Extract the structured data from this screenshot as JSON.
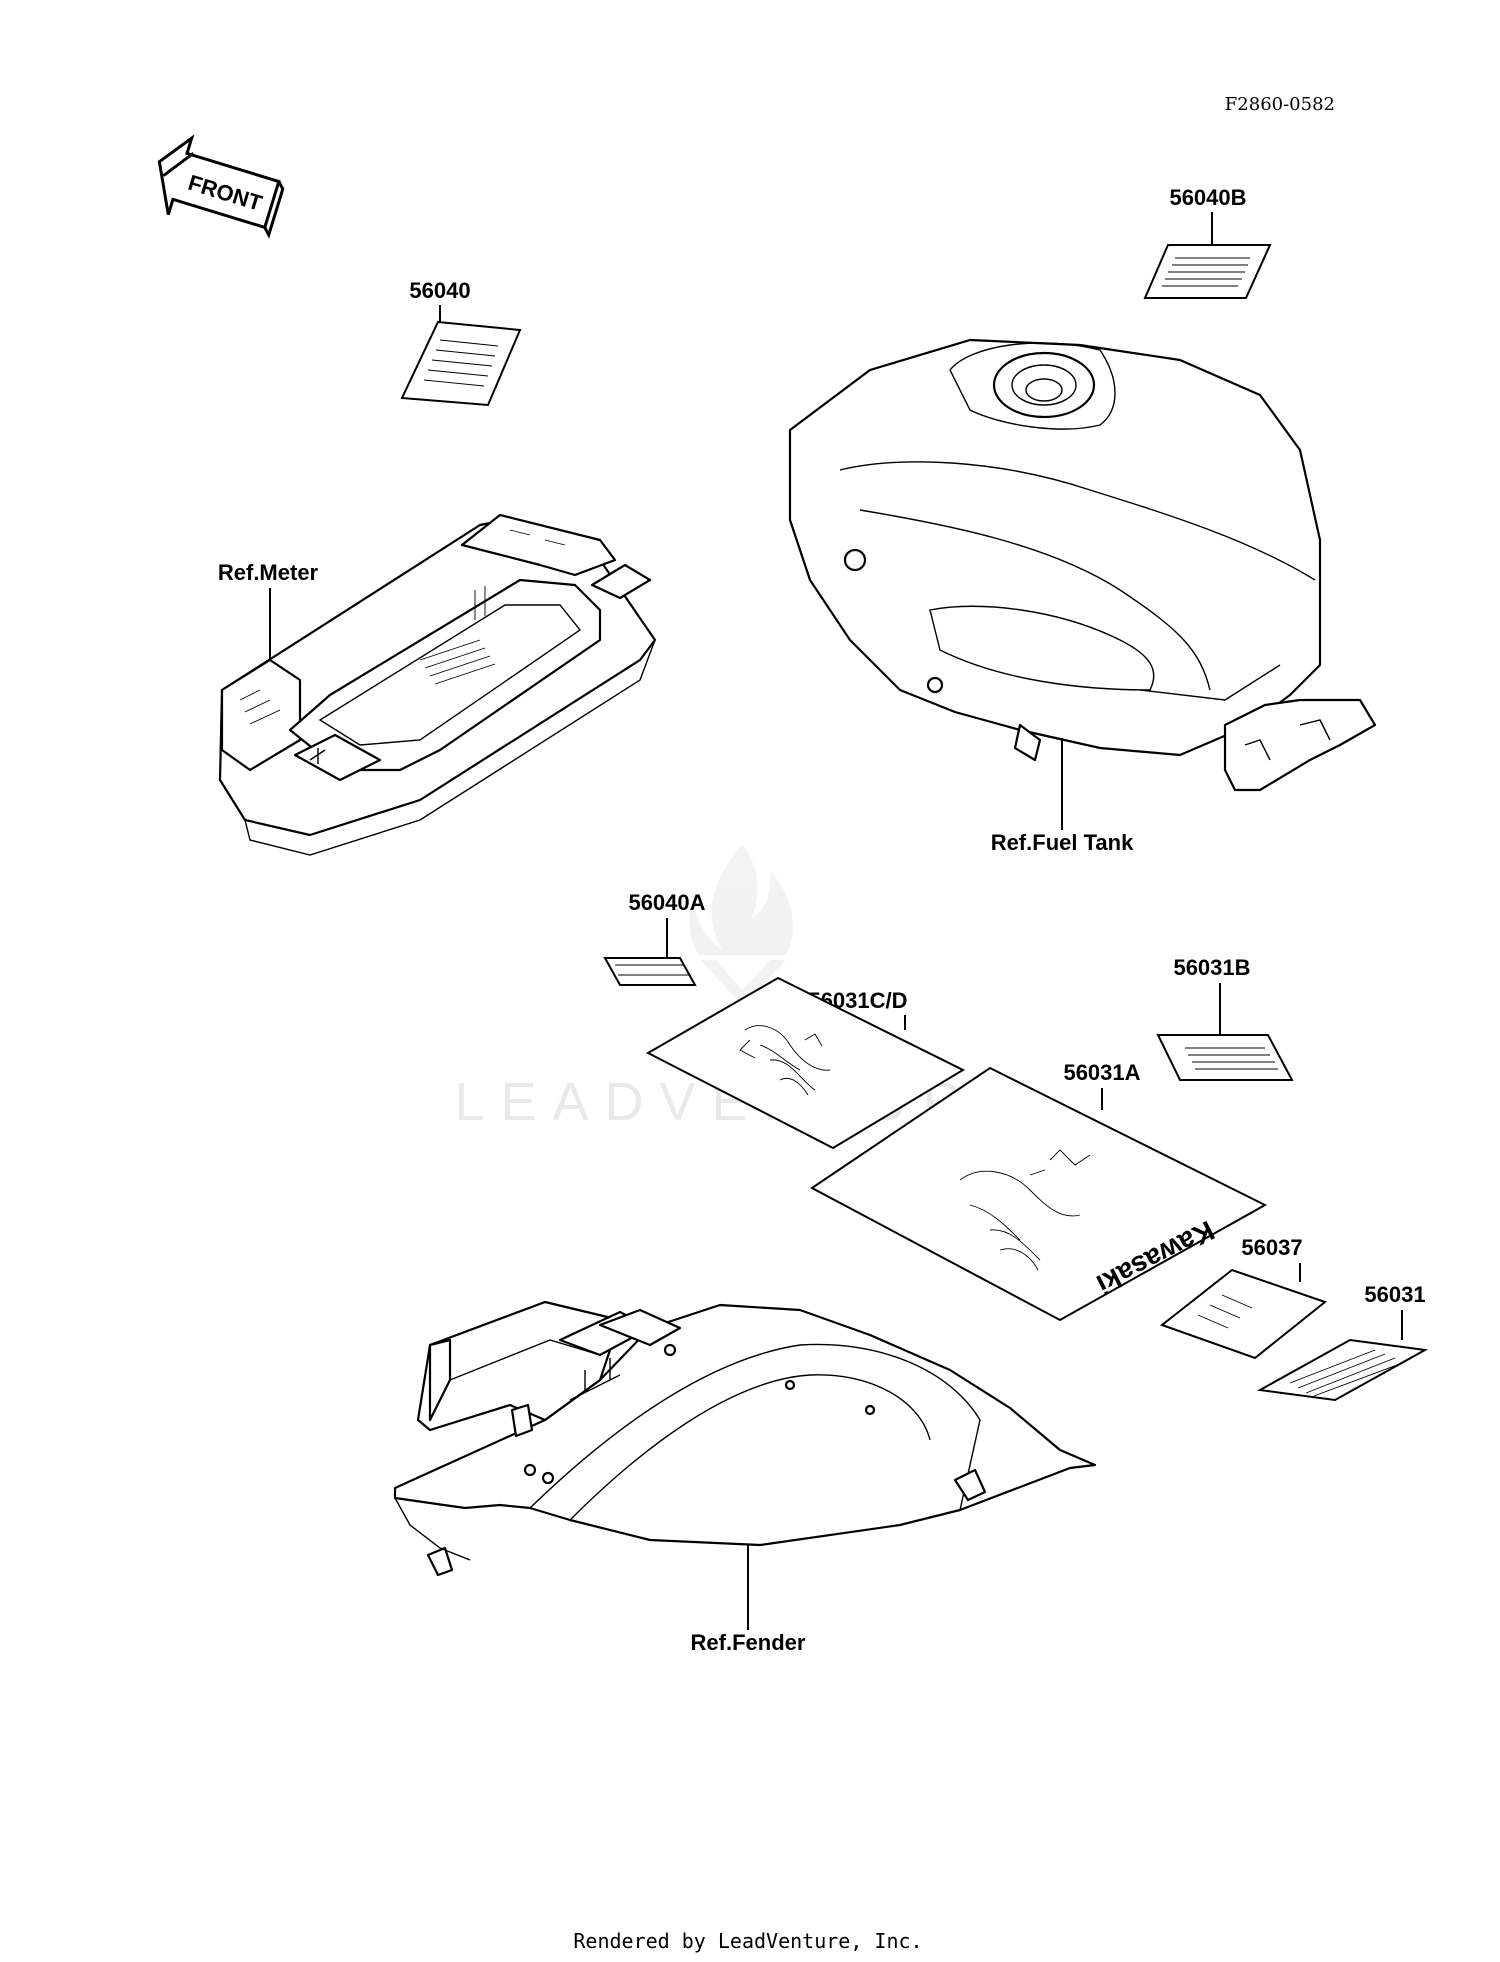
{
  "figure_code": "F2860-0582",
  "front_arrow": {
    "label": "FRONT",
    "icon": "front-direction-arrow-icon"
  },
  "watermark": {
    "text": "LEADVENTURE"
  },
  "footer": "Rendered by LeadVenture, Inc.",
  "parts": [
    {
      "id": "56040B",
      "label": "56040B"
    },
    {
      "id": "56040",
      "label": "56040"
    },
    {
      "id": "56040A",
      "label": "56040A"
    },
    {
      "id": "56031B",
      "label": "56031B"
    },
    {
      "id": "56031C/D",
      "label": "56031C/D"
    },
    {
      "id": "56031A",
      "label": "56031A"
    },
    {
      "id": "56037",
      "label": "56037"
    },
    {
      "id": "56031",
      "label": "56031"
    }
  ],
  "references": [
    {
      "id": "meter",
      "label": "Ref.Meter"
    },
    {
      "id": "fuel-tank",
      "label": "Ref.Fuel Tank"
    },
    {
      "id": "fender",
      "label": "Ref.Fender"
    }
  ],
  "decal_text": {
    "brand": "Kawasaki"
  }
}
